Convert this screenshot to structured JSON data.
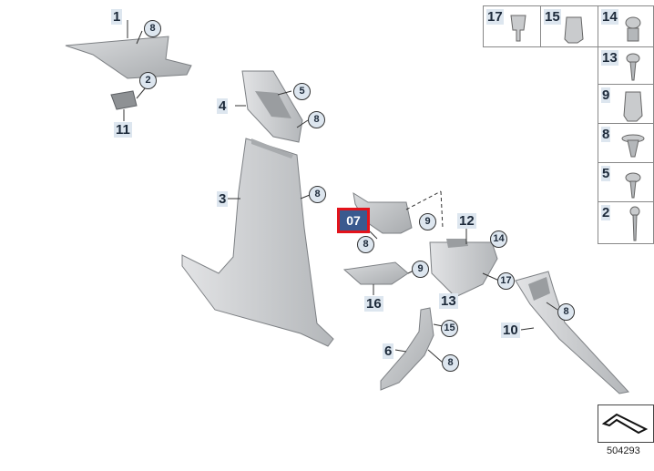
{
  "part_numbers": {
    "p1": "1",
    "p3": "3",
    "p4": "4",
    "p6": "6",
    "p10": "10",
    "p11": "11",
    "p12": "12",
    "p13": "13",
    "p16": "16"
  },
  "callouts": {
    "c8a": "8",
    "c2": "2",
    "c5": "5",
    "c8b": "8",
    "c8c": "8",
    "c9a": "9",
    "c9b": "9",
    "c8d": "8",
    "c14": "14",
    "c17": "17",
    "c15": "15",
    "c8e": "8",
    "c8f": "8"
  },
  "highlighted_part": "07",
  "legend": {
    "top_row": [
      "17",
      "15",
      "14"
    ],
    "right_column": [
      "13",
      "9",
      "8",
      "5",
      "2"
    ]
  },
  "diagram_id": "504293",
  "colors": {
    "part_fill": "#c9cbcd",
    "part_stroke": "#7d8084",
    "label_bg": "#dde6ef",
    "highlight_border": "#e3131b",
    "highlight_fill": "#3a5a8f"
  }
}
